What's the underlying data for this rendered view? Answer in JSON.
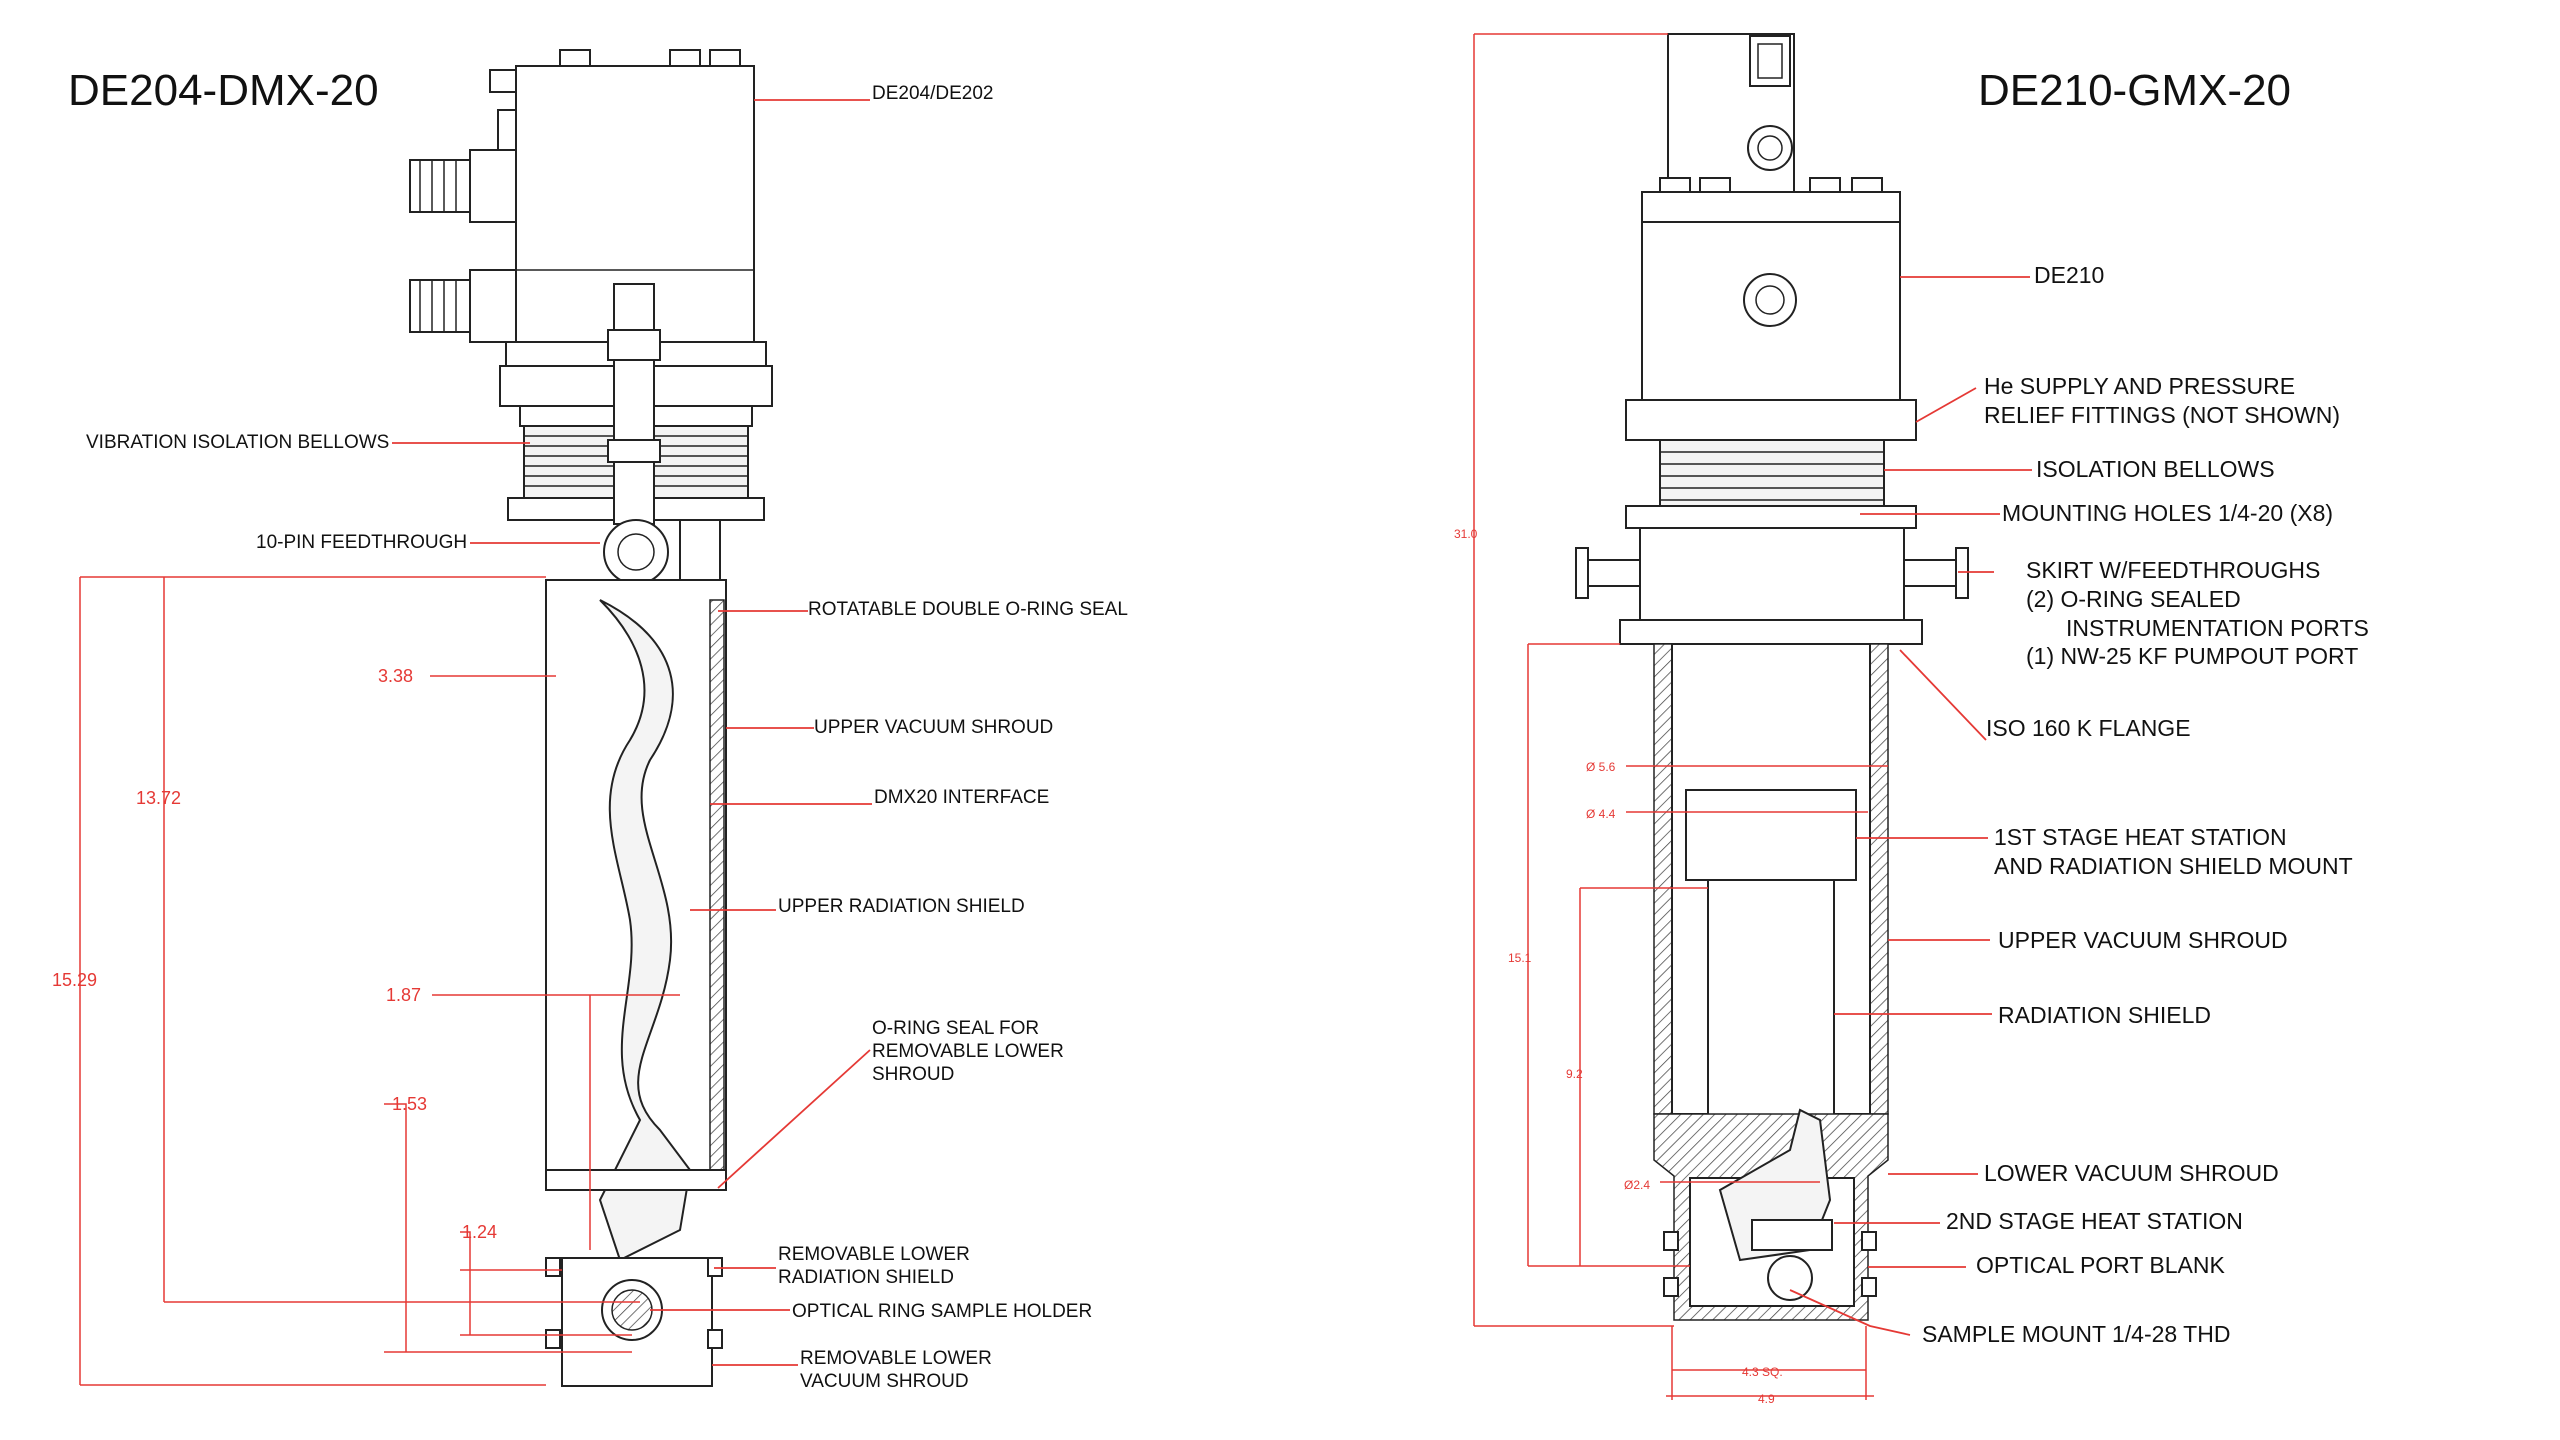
{
  "left": {
    "title": "DE204-DMX-20",
    "callouts": {
      "de204": "DE204/DE202",
      "bellows": "VIBRATION ISOLATION BELLOWS",
      "feedthrough": "10-PIN FEEDTHROUGH",
      "rotatable_seal": "ROTATABLE DOUBLE O-RING SEAL",
      "upper_vac": "UPPER VACUUM SHROUD",
      "dmx20": "DMX20 INTERFACE",
      "upper_rad": "UPPER RADIATION SHIELD",
      "oring_1": "O-RING SEAL FOR",
      "oring_2": "REMOVABLE LOWER",
      "oring_3": "SHROUD",
      "rem_rad_1": "REMOVABLE LOWER",
      "rem_rad_2": "RADIATION SHIELD",
      "optical_ring": "OPTICAL RING SAMPLE HOLDER",
      "rem_vac_1": "REMOVABLE LOWER",
      "rem_vac_2": "VACUUM SHROUD"
    },
    "dims": {
      "d338": "3.38",
      "d1372": "13.72",
      "d1529": "15.29",
      "d187": "1.87",
      "d153": "1.53",
      "d124": "1.24"
    }
  },
  "right": {
    "title": "DE210-GMX-20",
    "callouts": {
      "de210": "DE210",
      "he_1": "He SUPPLY AND PRESSURE",
      "he_2": "RELIEF FITTINGS (NOT SHOWN)",
      "iso_bellows": "ISOLATION BELLOWS",
      "mount_holes": "MOUNTING HOLES 1/4-20 (X8)",
      "skirt_1": "SKIRT W/FEEDTHROUGHS",
      "skirt_2": "(2) O-RING SEALED",
      "skirt_3": "INSTRUMENTATION PORTS",
      "skirt_4": "(1) NW-25 KF PUMPOUT PORT",
      "iso160": "ISO 160 K FLANGE",
      "first_1": "1ST STAGE HEAT STATION",
      "first_2": "AND RADIATION SHIELD MOUNT",
      "upper_vac": "UPPER VACUUM SHROUD",
      "rad": "RADIATION SHIELD",
      "lower_vac": "LOWER VACUUM SHROUD",
      "second": "2ND STAGE HEAT STATION",
      "optical_blank": "OPTICAL PORT BLANK",
      "sample_mount": "SAMPLE MOUNT 1/4-28 THD"
    },
    "dims": {
      "d310": "31.0",
      "d56": "Ø 5.6",
      "d44": "Ø 4.4",
      "d151": "15.1",
      "d92": "9.2",
      "d24": "Ø2.4",
      "d43": "4.3 SQ.",
      "d49": "4.9"
    }
  }
}
